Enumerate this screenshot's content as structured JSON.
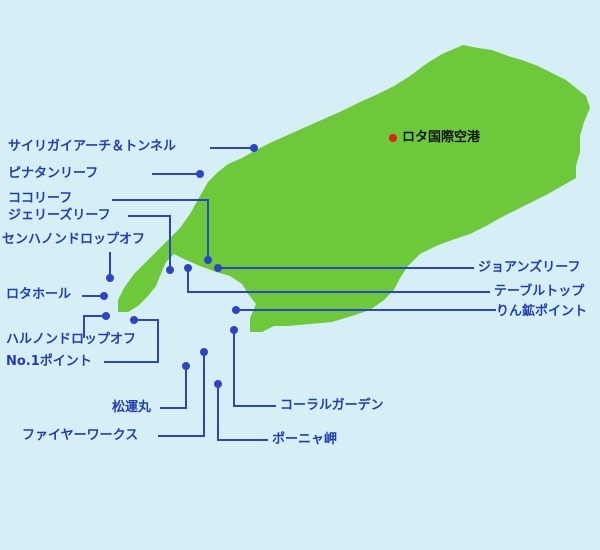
{
  "colors": {
    "sea": "#d6eef6",
    "land": "#6dc93a",
    "leader": "#2c45c4",
    "label": "#1f3fb0",
    "airport_marker": "#e02020"
  },
  "airport": {
    "name": "ロタ国際空港",
    "marker": "red-dot"
  },
  "spots": {
    "sairigai": "サイリガイアーチ＆トンネル",
    "pinatan": "ピナタンリーフ",
    "kokoreef": "ココリーフ",
    "jeries": "ジェリーズリーフ",
    "senhanondo": "センハノンドロップオフ",
    "rotahole": "ロタホール",
    "harunondo": "ハルノンドロップオフ",
    "no1point": "No.1ポイント",
    "shounmaru": "松運丸",
    "fireworks": "ファイヤーワークス",
    "joans": "ジョアンズリーフ",
    "tabletop": "テーブルトップ",
    "rinkou": "りん鉱ポイント",
    "coral": "コーラルガーデン",
    "ponya": "ポーニャ岬"
  }
}
